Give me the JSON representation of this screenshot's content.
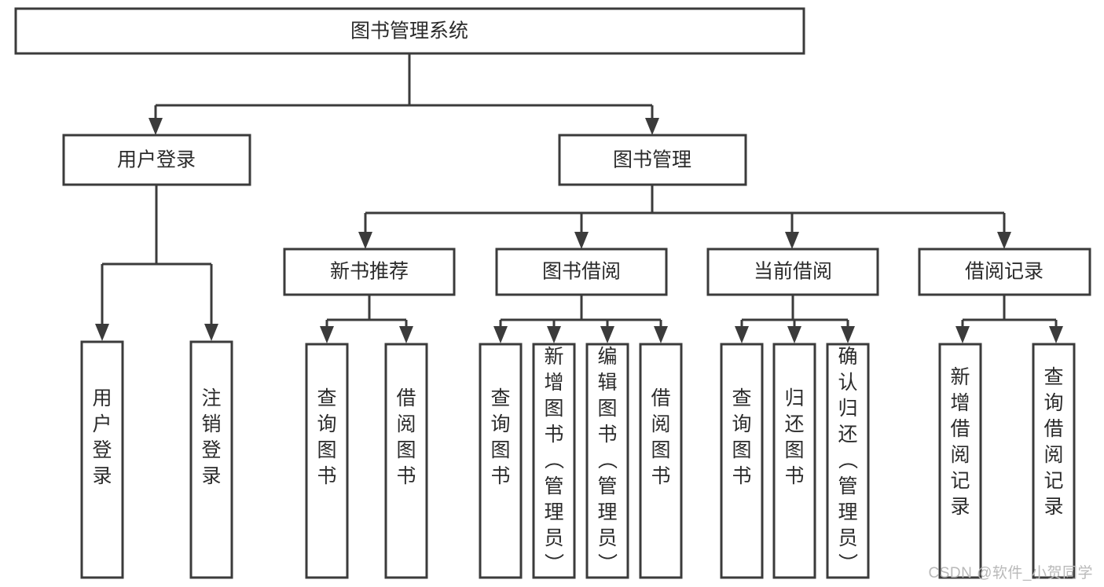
{
  "diagram": {
    "type": "tree-hierarchy-chart",
    "title": "图书管理系统",
    "orientation": "top-down",
    "colors": {
      "box_fill": "#ffffff",
      "box_stroke": "#3b3b3b",
      "text": "#2b2b2b",
      "watermark": "#b9b9b9",
      "background": "#ffffff"
    },
    "root": {
      "label": "图书管理系统"
    },
    "level1": [
      {
        "label": "用户登录"
      },
      {
        "label": "图书管理"
      }
    ],
    "level2": [
      {
        "label": "新书推荐"
      },
      {
        "label": "图书借阅"
      },
      {
        "label": "当前借阅"
      },
      {
        "label": "借阅记录"
      }
    ],
    "leaves": {
      "user_login": [
        {
          "label": "用户登录"
        },
        {
          "label": "注销登录"
        }
      ],
      "new_book_recommend": [
        {
          "label": "查询图书"
        },
        {
          "label": "借阅图书"
        }
      ],
      "book_borrow": [
        {
          "label": "查询图书"
        },
        {
          "label": "新增图书（管理员）"
        },
        {
          "label": "编辑图书（管理员）"
        },
        {
          "label": "借阅图书"
        }
      ],
      "current_borrow": [
        {
          "label": "查询图书"
        },
        {
          "label": "归还图书"
        },
        {
          "label": "确认归还（管理员）"
        }
      ],
      "borrow_record": [
        {
          "label": "新增借阅记录"
        },
        {
          "label": "查询借阅记录"
        }
      ]
    }
  },
  "watermark": {
    "text": "CSDN @软件_小贺同学"
  }
}
